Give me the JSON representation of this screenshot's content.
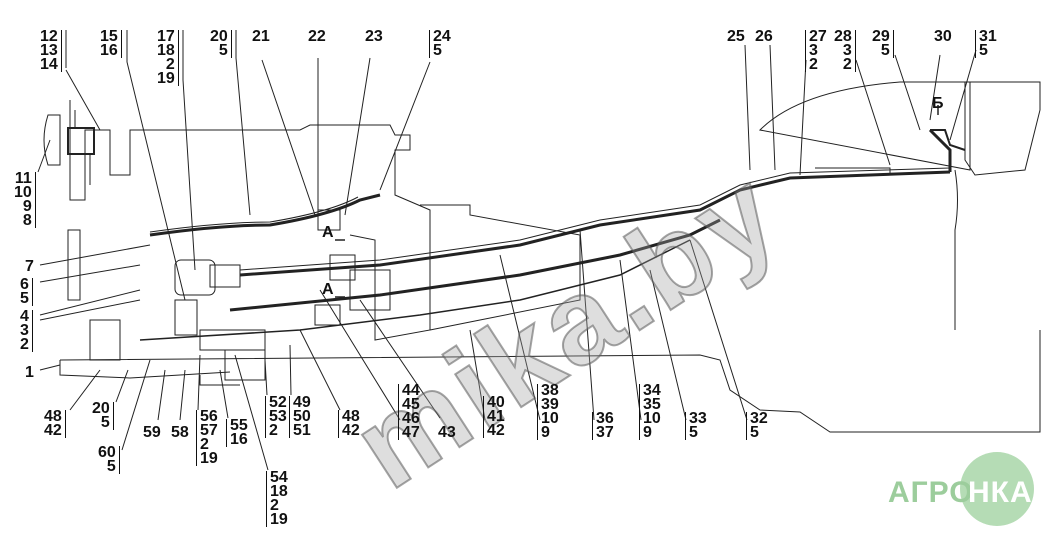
{
  "diagram": {
    "type": "parts-schematic",
    "section_markers": {
      "a_upper": "А",
      "a_lower": "А",
      "b": "Б"
    },
    "callouts_top": [
      {
        "id": "c12",
        "text": "12\n13\n14"
      },
      {
        "id": "c15",
        "text": "15\n16"
      },
      {
        "id": "c17",
        "text": "17\n18\n2\n19"
      },
      {
        "id": "c20",
        "text": "20\n5"
      },
      {
        "id": "c21",
        "text": "21"
      },
      {
        "id": "c22",
        "text": "22"
      },
      {
        "id": "c23",
        "text": "23"
      },
      {
        "id": "c24",
        "text": "24\n5"
      },
      {
        "id": "c25",
        "text": "25"
      },
      {
        "id": "c26",
        "text": "26"
      },
      {
        "id": "c27",
        "text": "27\n3\n2"
      },
      {
        "id": "c28",
        "text": "28\n3\n2"
      },
      {
        "id": "c29",
        "text": "29\n5"
      },
      {
        "id": "c30",
        "text": "30"
      },
      {
        "id": "c31",
        "text": "31\n5"
      }
    ],
    "callouts_left": [
      {
        "id": "c11",
        "text": "11\n10\n9\n8"
      },
      {
        "id": "c7",
        "text": "7"
      },
      {
        "id": "c6",
        "text": "6\n5"
      },
      {
        "id": "c4",
        "text": "4\n3\n2"
      },
      {
        "id": "c1",
        "text": "1"
      }
    ],
    "callouts_bottom": [
      {
        "id": "c48a",
        "text": "48\n42"
      },
      {
        "id": "c20b",
        "text": "20\n5"
      },
      {
        "id": "c60",
        "text": "60\n5"
      },
      {
        "id": "c59",
        "text": "59"
      },
      {
        "id": "c58",
        "text": "58"
      },
      {
        "id": "c56",
        "text": "56\n57\n2\n19"
      },
      {
        "id": "c55",
        "text": "55\n16"
      },
      {
        "id": "c52",
        "text": "52\n53\n2"
      },
      {
        "id": "c49",
        "text": "49\n50\n51"
      },
      {
        "id": "c48b",
        "text": "48\n42"
      },
      {
        "id": "c54",
        "text": "54\n18\n2\n19"
      },
      {
        "id": "c44",
        "text": "44\n45\n46\n47"
      },
      {
        "id": "c43",
        "text": "43"
      },
      {
        "id": "c40",
        "text": "40\n41\n42"
      },
      {
        "id": "c38",
        "text": "38\n39\n10\n9"
      },
      {
        "id": "c36",
        "text": "36\n37"
      },
      {
        "id": "c34",
        "text": "34\n35\n10\n9"
      },
      {
        "id": "c33",
        "text": "33\n5"
      },
      {
        "id": "c32",
        "text": "32\n5"
      }
    ]
  },
  "watermark": "mika.by",
  "logo": {
    "left": "АГРО",
    "right": "НКА"
  },
  "colors": {
    "line": "#222222",
    "logo_green": "#a8d5a8"
  }
}
